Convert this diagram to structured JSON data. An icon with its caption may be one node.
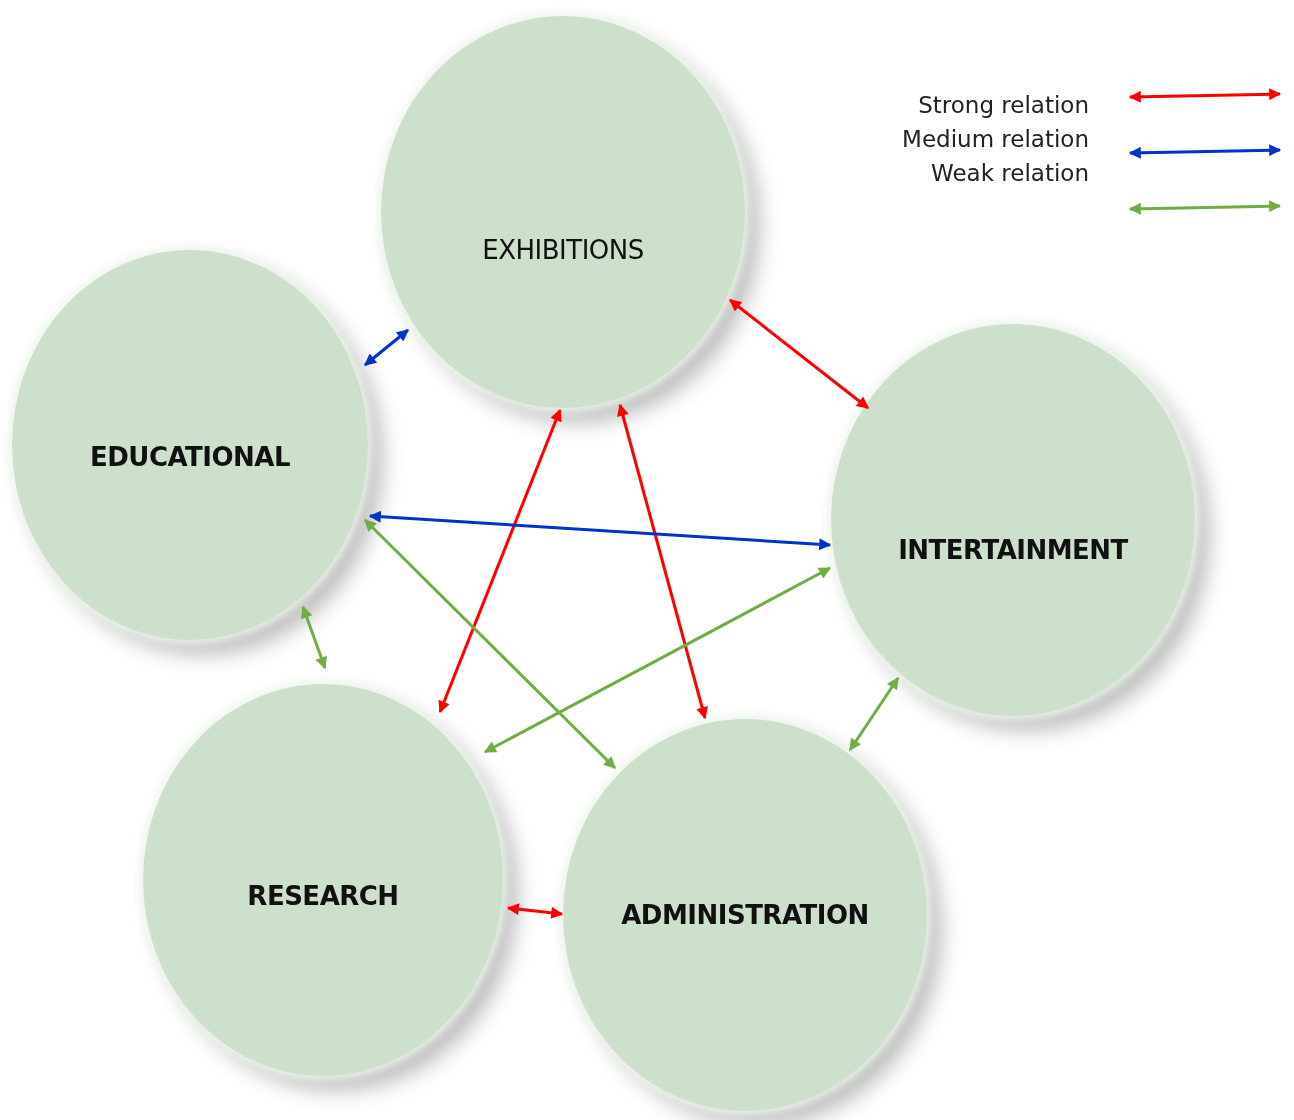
{
  "diagram": {
    "nodes": [
      {
        "text": [
          "EXHIBITIONS"
        ]
      },
      {
        "text": [
          "EDUCATIONAL"
        ]
      },
      {
        "text": [
          "INTERTAINMENT"
        ]
      },
      {
        "text": [
          "RESEARCH"
        ]
      },
      {
        "text": [
          "ADMINISTRATION"
        ]
      }
    ],
    "edges": [
      {
        "from": 0,
        "to": 1,
        "arrow": "both",
        "color": "#0033cc"
      },
      {
        "from": 0,
        "to": 2,
        "arrow": "both",
        "color": "#ff0000"
      },
      {
        "from": 0,
        "to": 3,
        "arrow": "both",
        "color": "#ff0000"
      },
      {
        "from": 0,
        "to": 4,
        "arrow": "both",
        "color": "#ff0000"
      },
      {
        "from": 1,
        "to": 2,
        "arrow": "both",
        "color": "#0033cc"
      },
      {
        "from": 1,
        "to": 3,
        "arrow": "both",
        "color": "#70ad47"
      },
      {
        "from": 1,
        "to": 4,
        "arrow": "both",
        "color": "#70ad47"
      },
      {
        "from": 2,
        "to": 3,
        "arrow": "both",
        "color": "#70ad47"
      },
      {
        "from": 2,
        "to": 4,
        "arrow": "both",
        "color": "#70ad47"
      },
      {
        "from": 3,
        "to": 4,
        "arrow": "both",
        "color": "#ff0000"
      }
    ],
    "legend": [
      {
        "text": "Strong relation",
        "color": "#ff0000"
      },
      {
        "text": "Medium relation",
        "color": "#0033cc"
      },
      {
        "text": "Weak relation",
        "color": "#70ad47"
      }
    ]
  }
}
